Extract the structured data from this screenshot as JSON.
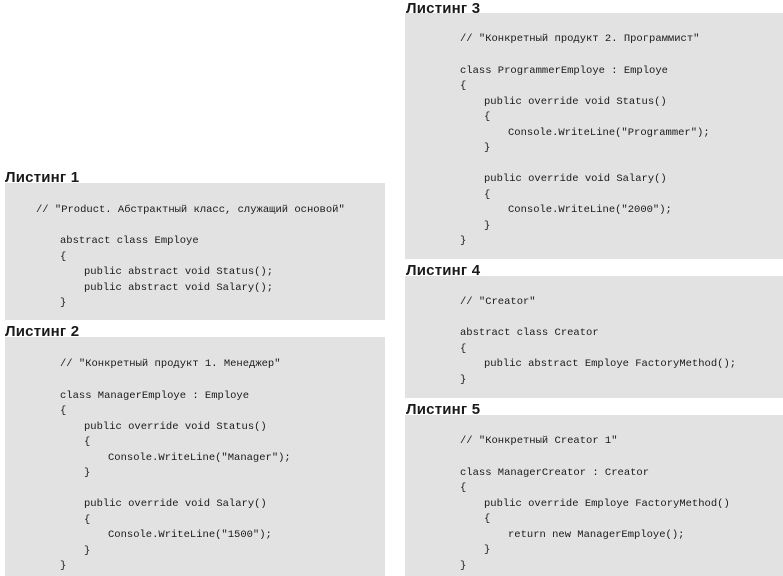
{
  "listings": [
    {
      "title": "Листинг 1",
      "lines": [
        "// \"Product. Абстрактный класс, служащий основой\"",
        "",
        "abstract class Employe",
        "{",
        "public abstract void Status();",
        "public abstract void Salary();",
        "}"
      ]
    },
    {
      "title": "Листинг 2",
      "lines": [
        "// \"Конкретный продукт 1. Менеджер\"",
        "",
        "class ManagerEmploye : Employe",
        "{",
        "public override void Status()",
        "{",
        "Console.WriteLine(\"Manager\");",
        "}",
        "",
        "public override void Salary()",
        "{",
        "Console.WriteLine(\"1500\");",
        "}",
        "}"
      ]
    },
    {
      "title": "Листинг 3",
      "lines": [
        "// \"Конкретный продукт 2. Программист\"",
        "",
        "class ProgrammerEmploye : Employe",
        "{",
        "public override void Status()",
        "{",
        "Console.WriteLine(\"Programmer\");",
        "}",
        "",
        "public override void Salary()",
        "{",
        "Console.WriteLine(\"2000\");",
        "}",
        "}"
      ]
    },
    {
      "title": "Листинг 4",
      "lines": [
        "// \"Creator\"",
        "",
        "abstract class Creator",
        "{",
        "public abstract Employe FactoryMethod();",
        "}"
      ]
    },
    {
      "title": "Листинг 5",
      "lines": [
        "// \"Конкретный Creator 1\"",
        "",
        "class ManagerCreator : Creator",
        "{",
        "public override Employe FactoryMethod()",
        "{",
        "return new ManagerEmploye();",
        "}",
        "}"
      ]
    }
  ]
}
